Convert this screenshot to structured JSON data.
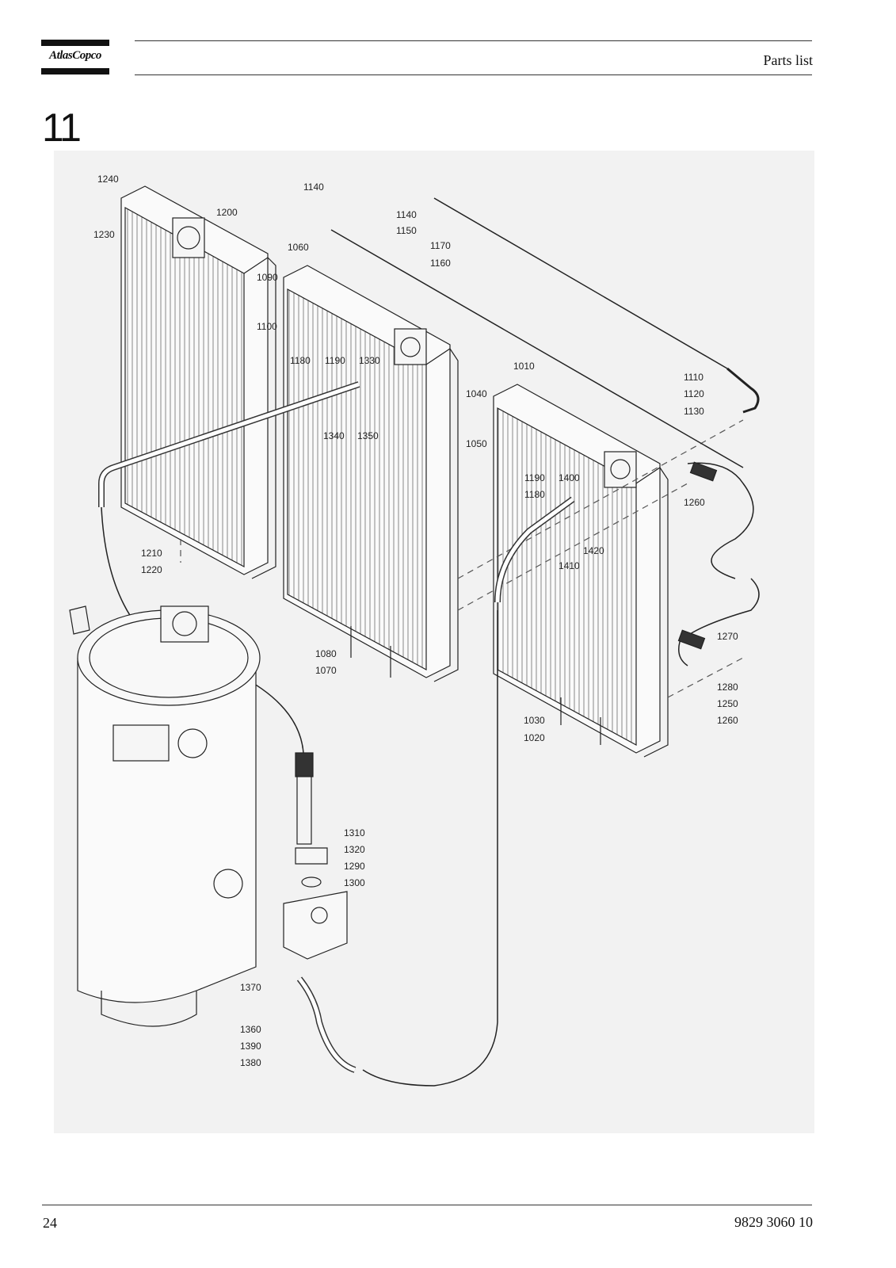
{
  "header": {
    "logo_text": "AtlasCopco",
    "title": "Parts list"
  },
  "section": {
    "number": "11"
  },
  "figure": {
    "callouts": [
      "1010",
      "1020",
      "1030",
      "1040",
      "1050",
      "1060",
      "1070",
      "1080",
      "1090",
      "1100",
      "1110",
      "1120",
      "1130",
      "1140",
      "1140",
      "1150",
      "1160",
      "1170",
      "1180",
      "1180",
      "1190",
      "1190",
      "1200",
      "1210",
      "1220",
      "1230",
      "1240",
      "1250",
      "1260",
      "1260",
      "1270",
      "1280",
      "1290",
      "1300",
      "1310",
      "1320",
      "1330",
      "1340",
      "1350",
      "1360",
      "1370",
      "1380",
      "1390",
      "1400",
      "1410",
      "1420"
    ]
  },
  "footer": {
    "page_number": "24",
    "doc_number": "9829 3060 10"
  }
}
